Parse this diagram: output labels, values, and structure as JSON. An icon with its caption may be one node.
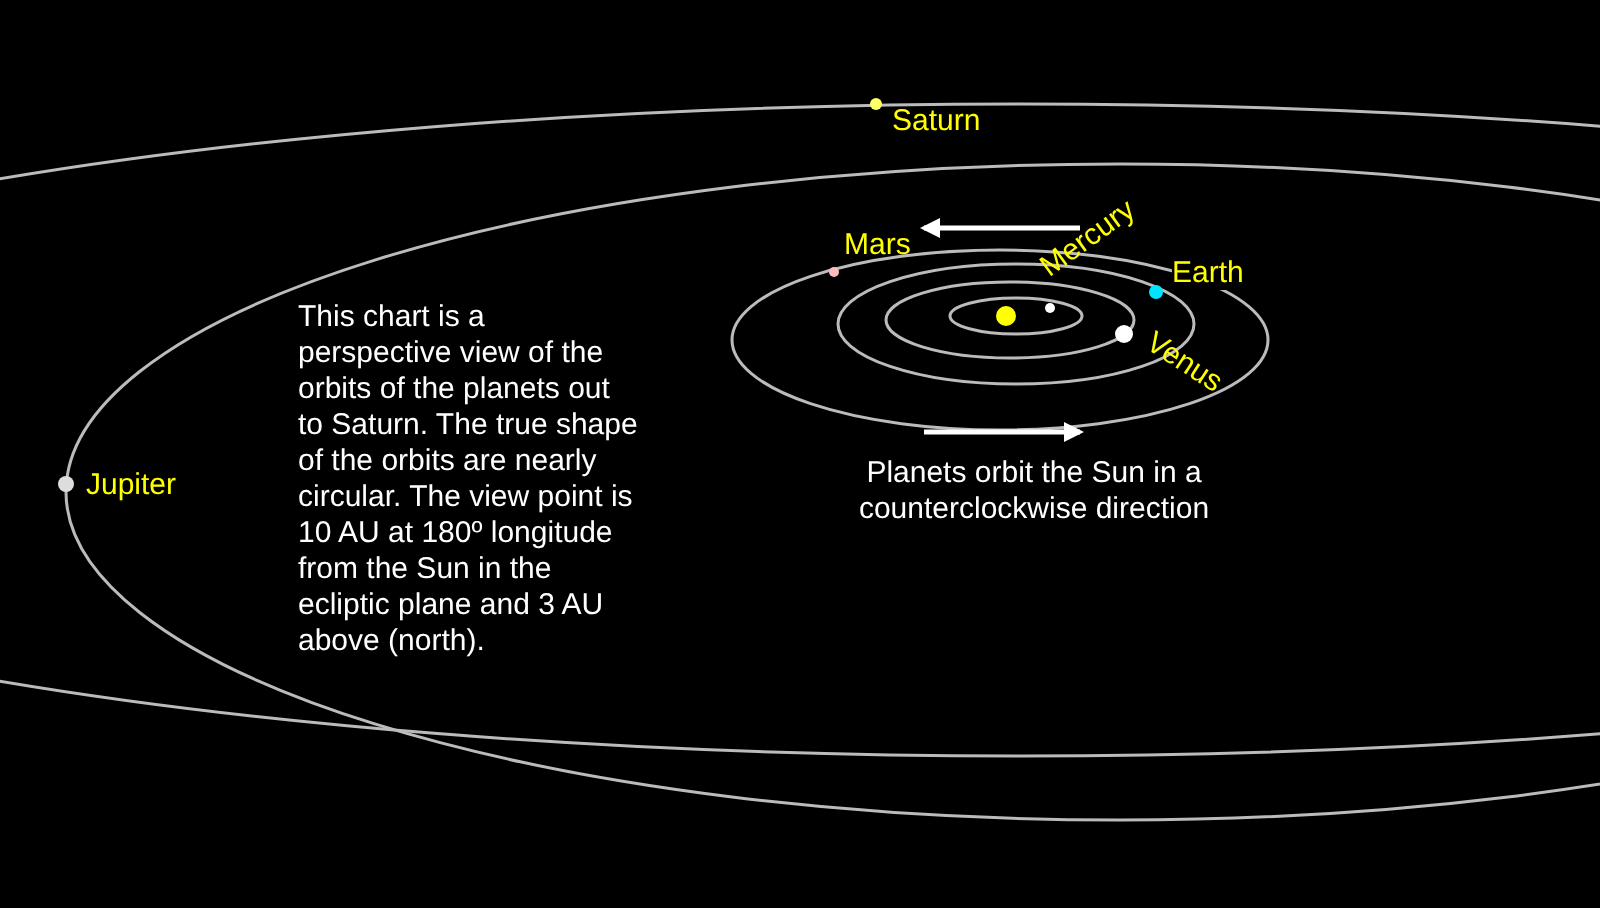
{
  "diagram": {
    "labels": [
      "Saturn",
      "Mars",
      "Mercury",
      "Earth",
      "This chart is a perspective view of the orbits of the planets out to Saturn.  The true shape of the orbits are nearly circular. The view point is 10 AU at 180º longitude from the Sun in the ecliptic plane and 3 AU above (north).",
      "Venus",
      "Jupiter",
      "Planets orbit the Sun in a counterclockwise direction"
    ]
  }
}
